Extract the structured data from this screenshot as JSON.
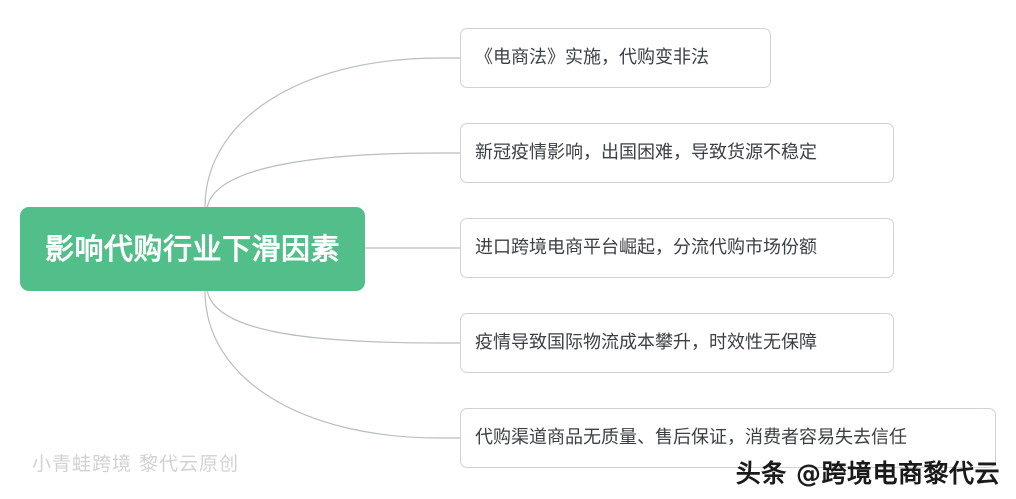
{
  "canvas": {
    "background_color": "#ffffff",
    "connector_color": "#b9bcc0"
  },
  "central_node": {
    "label": "影响代购行业下滑因素",
    "background_color": "#52be8a",
    "text_color": "#ffffff"
  },
  "branches": [
    {
      "label": "《电商法》实施，代购变非法"
    },
    {
      "label": "新冠疫情影响，出国困难，导致货源不稳定"
    },
    {
      "label": "进口跨境电商平台崛起，分流代购市场份额"
    },
    {
      "label": "疫情导致国际物流成本攀升，时效性无保障"
    },
    {
      "label": "代购渠道商品无质量、售后保证，消费者容易失去信任"
    }
  ],
  "watermarks": {
    "left": "小青蛙跨境 黎代云原创",
    "right": "头条 @跨境电商黎代云"
  }
}
